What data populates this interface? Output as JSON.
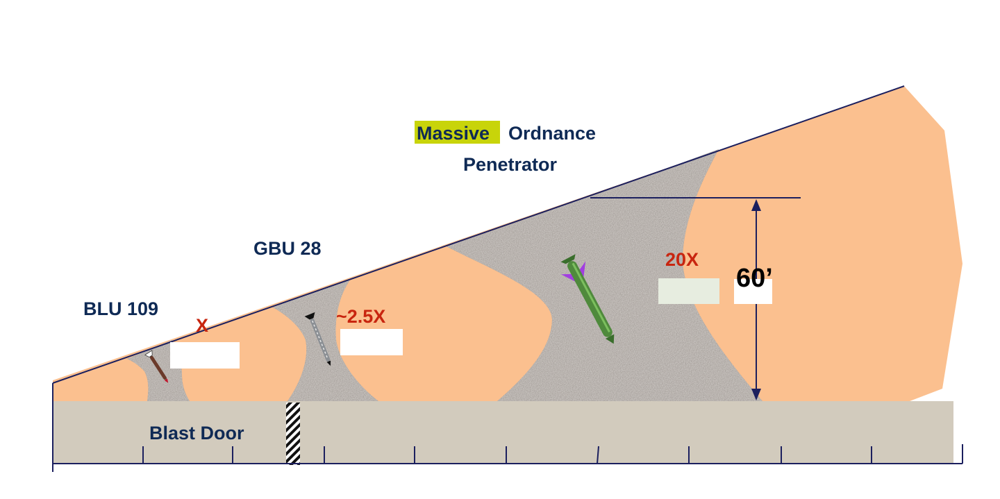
{
  "labels": {
    "mop_highlight": "Massive",
    "mop_rest": "Ordnance",
    "mop_line2": "Penetrator",
    "gbu28": "GBU 28",
    "blu109": "BLU 109",
    "blast_door": "Blast Door",
    "mult_x": "X",
    "mult_25x": "~2.5X",
    "mult_20x": "20X",
    "depth": "60’"
  },
  "colors": {
    "soil": "#fbc08f",
    "crater": "#8f8780",
    "door": "#d2cbbd",
    "navy": "#1b1f5e",
    "highlight": "#c8d40a",
    "red_label": "#c8250f",
    "mop_body": "#4f8a3c",
    "fins": "#a23ee0"
  },
  "icons": {
    "blu109": "small-bomb-icon",
    "gbu28": "medium-bomb-icon",
    "mop": "large-bomb-icon"
  }
}
